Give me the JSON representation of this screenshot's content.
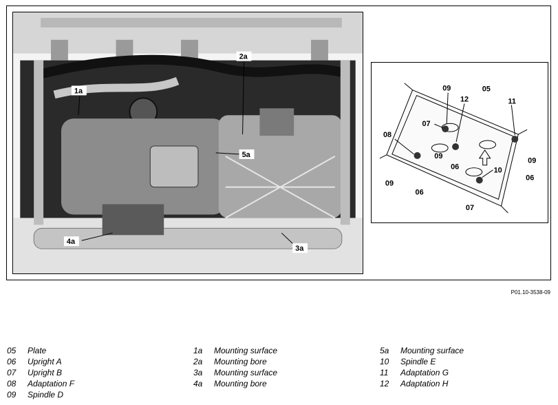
{
  "main_callouts": [
    "1a",
    "2a",
    "5a",
    "4a",
    "3a"
  ],
  "detail_callouts": [
    "09",
    "12",
    "05",
    "11",
    "07",
    "08",
    "09",
    "09",
    "06",
    "10",
    "09",
    "06",
    "06",
    "07"
  ],
  "reference": "P01.10-3538-09",
  "legend": {
    "col1": [
      {
        "code": "05",
        "desc": "Plate"
      },
      {
        "code": "06",
        "desc": "Upright A"
      },
      {
        "code": "07",
        "desc": "Upright B"
      },
      {
        "code": "08",
        "desc": "Adaptation F"
      },
      {
        "code": "09",
        "desc": "Spindle D"
      }
    ],
    "col2": [
      {
        "code": "1a",
        "desc": "Mounting surface"
      },
      {
        "code": "2a",
        "desc": "Mounting bore"
      },
      {
        "code": "3a",
        "desc": "Mounting surface"
      },
      {
        "code": "4a",
        "desc": "Mounting bore"
      }
    ],
    "col3": [
      {
        "code": "5a",
        "desc": "Mounting surface"
      },
      {
        "code": "10",
        "desc": "Spindle E"
      },
      {
        "code": "11",
        "desc": "Adaptation G"
      },
      {
        "code": "12",
        "desc": "Adaptation H"
      }
    ]
  }
}
